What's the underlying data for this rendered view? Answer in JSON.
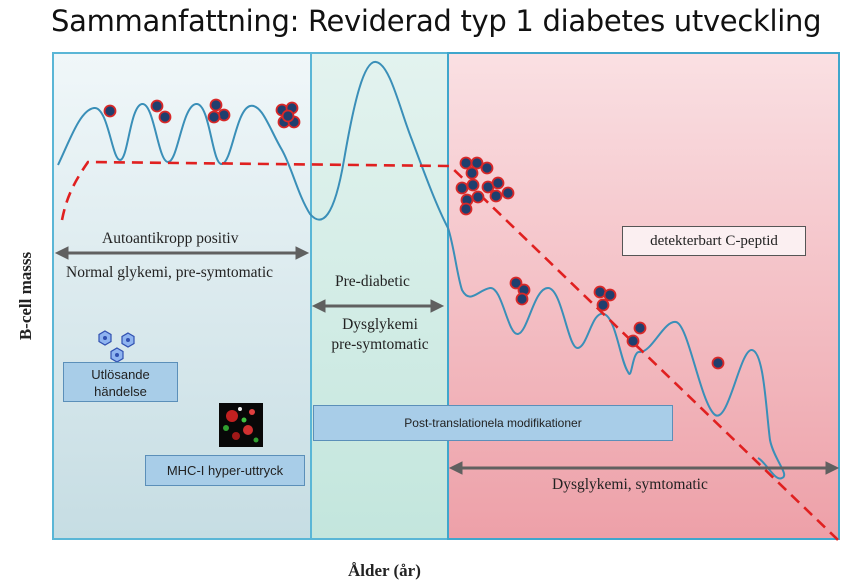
{
  "title": "Sammanfattning: Reviderad typ 1 diabetes utveckling",
  "axes": {
    "y_label": "B-cell masss",
    "x_label": "Ålder (år)"
  },
  "phases": {
    "autoantibody": "Autoantikropp positiv",
    "normal": "Normal glykemi, pre-symtomatic",
    "prediabetic": "Pre-diabetic",
    "dysglycemia_line1": "Dysglykemi",
    "dysglycemia_line2": "pre-symtomatic",
    "symptomatic": "Dysglykemi, symtomatic"
  },
  "boxes": {
    "trigger_line1": "Utlösande",
    "trigger_line2": "händelse",
    "mhc": "MHC-I hyper-uttryck",
    "ptm": "Post-translationela modifikationer",
    "cpeptide": "detekterbart C-peptid"
  },
  "colors": {
    "curve": "#3a8fb8",
    "threshold": "#e02020",
    "arrow": "#606060",
    "cell_fill": "#1f3f6e",
    "cell_ring": "#d82828"
  }
}
